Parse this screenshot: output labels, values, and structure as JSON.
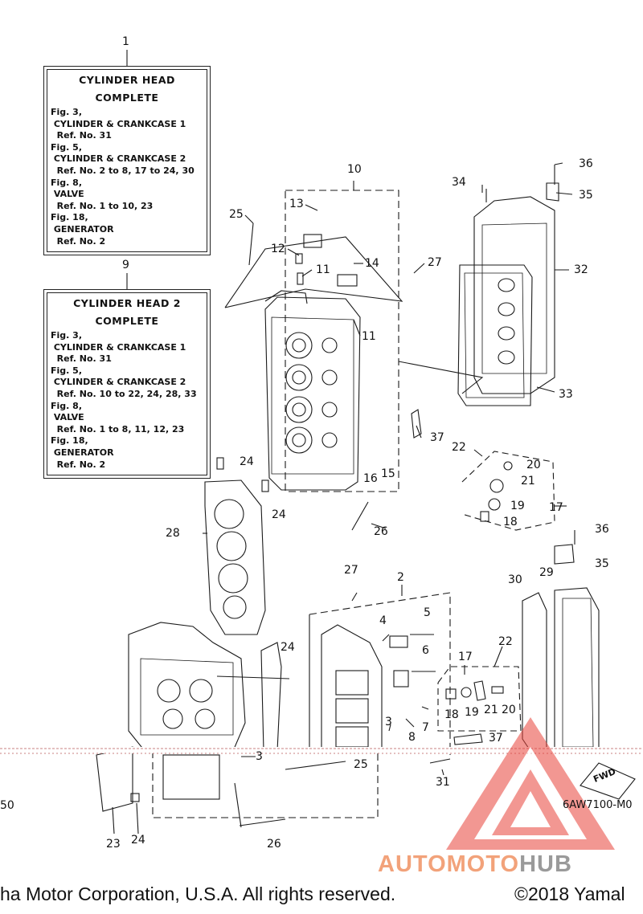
{
  "box1": {
    "ref": "1",
    "title1": "CYLINDER  HEAD",
    "title2": "COMPLETE",
    "lines": [
      "Fig. 3,",
      " CYLINDER & CRANKCASE 1",
      "  Ref. No. 31",
      "Fig. 5,",
      " CYLINDER & CRANKCASE 2",
      "  Ref. No. 2 to 8, 17 to 24, 30",
      "Fig. 8,",
      " VALVE",
      "  Ref. No. 1 to 10, 23",
      "Fig. 18,",
      " GENERATOR",
      "  Ref. No. 2"
    ]
  },
  "box2": {
    "ref": "9",
    "title1": "CYLINDER  HEAD 2",
    "title2": "COMPLETE",
    "lines": [
      "Fig. 3,",
      " CYLINDER & CRANKCASE 1",
      "  Ref. No. 31",
      "Fig. 5,",
      " CYLINDER & CRANKCASE 2",
      "  Ref. No. 10 to 22, 24, 28, 33",
      "Fig. 8,",
      " VALVE",
      "  Ref. No. 1 to 8, 11, 12, 23",
      "Fig. 18,",
      " GENERATOR",
      "  Ref. No. 2"
    ]
  },
  "part_numbers": {
    "p10": "10",
    "p36a": "36",
    "p34": "34",
    "p35a": "35",
    "p13": "13",
    "p25a": "25",
    "p12": "12",
    "p14": "14",
    "p27a": "27",
    "p32": "32",
    "p11a": "11",
    "p11b": "11",
    "p33": "33",
    "p37a": "37",
    "p22a": "22",
    "p20a": "20",
    "p21a": "21",
    "p24a": "24",
    "p16": "16",
    "p15": "15",
    "p19a": "19",
    "p17a": "17",
    "p24b": "24",
    "p18a": "18",
    "p28": "28",
    "p26a": "26",
    "p36b": "36",
    "p35b": "35",
    "p27b": "27",
    "p2": "2",
    "p30": "30",
    "p29": "29",
    "p4": "4",
    "p5": "5",
    "p6": "6",
    "p24c": "24",
    "p22b": "22",
    "p17b": "17",
    "p18b": "18",
    "p19b": "19",
    "p21b": "21",
    "p20b": "20",
    "p3a": "3",
    "p7": "7",
    "p8": "8",
    "p37b": "37",
    "p3b": "3",
    "p25b": "25",
    "p31": "31",
    "p50": "50",
    "p23": "23",
    "p24d": "24",
    "p26b": "26"
  },
  "fwd": "FWD",
  "diagram_code": "6AW7100-M0",
  "footer_left": "ha Motor Corporation, U.S.A. All rights reserved.",
  "footer_right": "©2018 Yamal",
  "watermark_a": "AUTOMOTO",
  "watermark_b": "HUB",
  "colors": {
    "line": "#1a1a1a",
    "watermark_red": "#e8433a",
    "watermark_gray": "#9a9a9a"
  }
}
